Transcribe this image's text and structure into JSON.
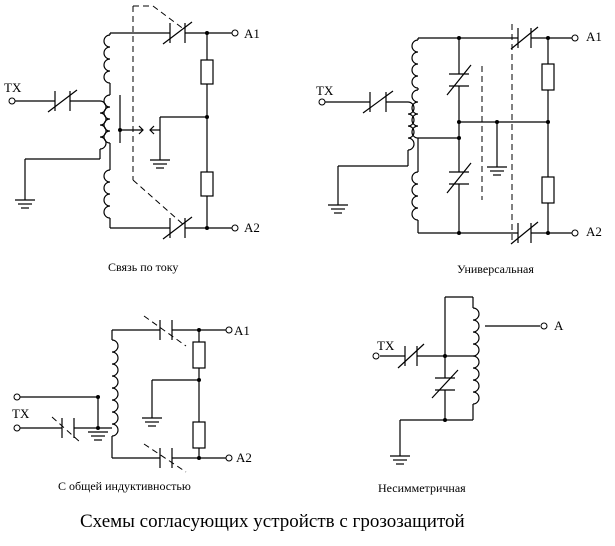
{
  "title": "Схемы согласующих устройств с грозозащитой",
  "circuits": [
    {
      "caption": "Связь по току",
      "tx": "TX",
      "outputs": [
        "A1",
        "A2"
      ]
    },
    {
      "caption": "Универсальная",
      "tx": "TX",
      "outputs": [
        "A1",
        "A2"
      ]
    },
    {
      "caption": "С общей индуктивностью",
      "tx": "TX",
      "outputs": [
        "A1",
        "A2"
      ]
    },
    {
      "caption": "Несимметричная",
      "tx": "TX",
      "outputs": [
        "A"
      ]
    }
  ]
}
